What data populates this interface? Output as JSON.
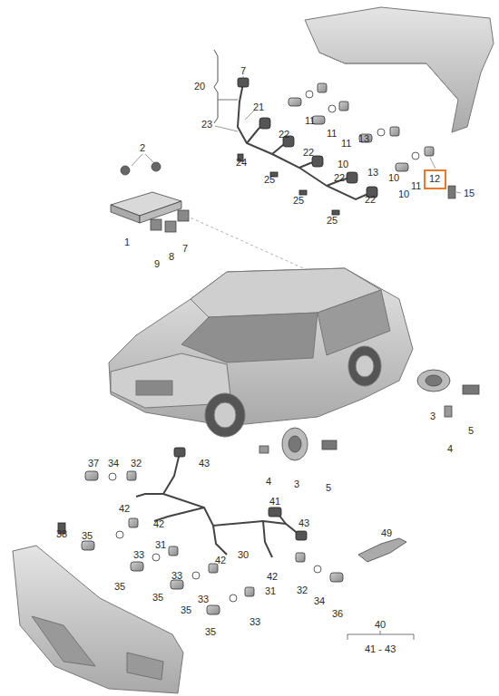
{
  "diagram": {
    "nodes": [
      {
        "text": [
          "12"
        ]
      }
    ],
    "labels": [
      "7",
      "20",
      "21",
      "23",
      "11",
      "11",
      "22",
      "11",
      "13",
      "22",
      "10",
      "13",
      "24",
      "22",
      "25",
      "10",
      "11",
      "15",
      "22",
      "25",
      "10",
      "25",
      "2",
      "1",
      "8",
      "7",
      "9",
      "3",
      "5",
      "4",
      "4",
      "3",
      "5",
      "37",
      "34",
      "32",
      "43",
      "42",
      "42",
      "41",
      "43",
      "38",
      "35",
      "33",
      "31",
      "42",
      "42",
      "35",
      "33",
      "30",
      "35",
      "31",
      "32",
      "34",
      "36",
      "49",
      "35",
      "33",
      "33",
      "35",
      "40",
      "41 - 43"
    ]
  }
}
